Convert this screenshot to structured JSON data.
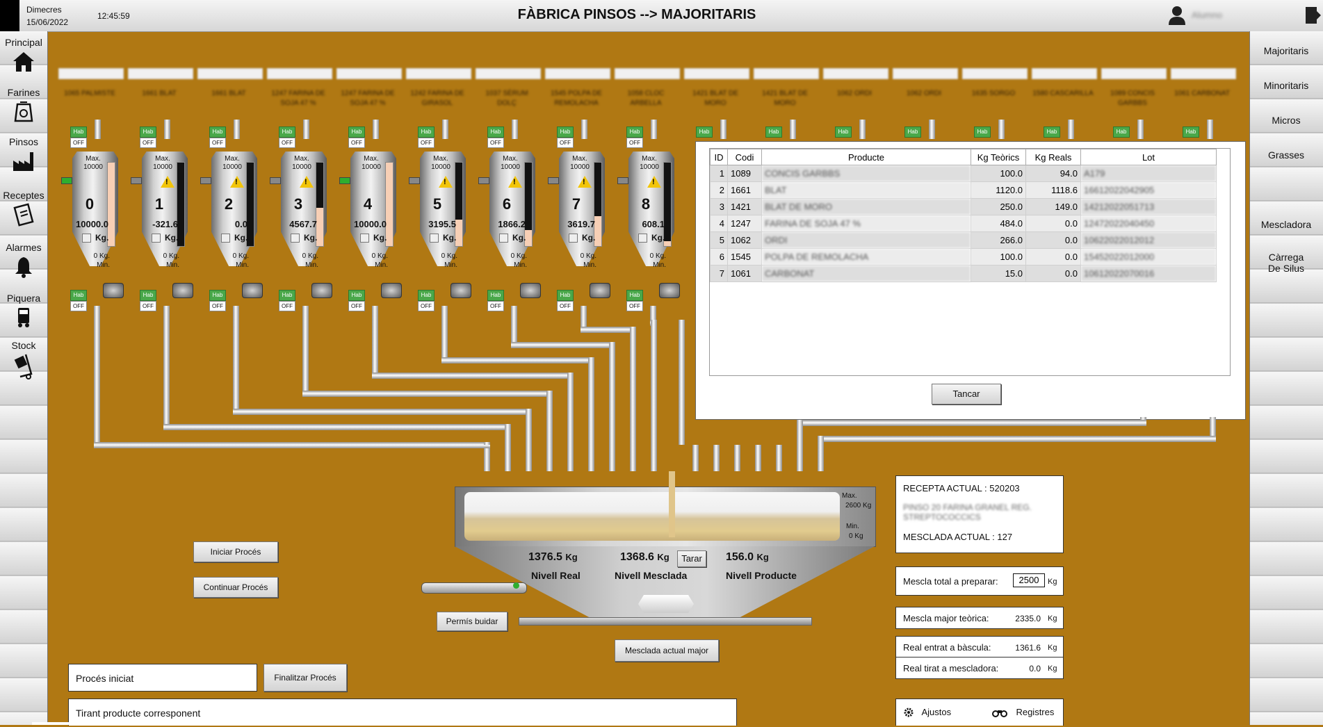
{
  "header": {
    "day": "Dimecres",
    "date": "15/06/2022",
    "time": "12:45:59",
    "title": "FÀBRICA PINSOS --> MAJORITARIS",
    "user": "Alumno"
  },
  "sidebar": {
    "items": [
      {
        "label": "Principal",
        "icon": "home-icon"
      },
      {
        "label": "Farines",
        "icon": "flour-bag-icon"
      },
      {
        "label": "Pinsos",
        "icon": "factory-icon"
      },
      {
        "label": "Receptes",
        "icon": "recipe-clipboard-icon"
      },
      {
        "label": "Alarmes",
        "icon": "bell-icon"
      },
      {
        "label": "Piquera",
        "icon": "truck-icon"
      },
      {
        "label": "Stock",
        "icon": "hand-truck-icon"
      }
    ]
  },
  "rsidebar": {
    "items": [
      "Majoritaris",
      "Minoritaris",
      "Micros",
      "Grasses",
      "",
      "Mescladora",
      "Càrrega\nDe Silus"
    ]
  },
  "silo_headers": [
    "1065 PALMISTE",
    "1661 BLAT",
    "1661 BLAT",
    "1247 FARINA DE SOJA 47 %",
    "1247 FARINA DE SOJA 47 %",
    "1242 FARINA DE GIRASOL",
    "1037 SÈRUM DOLÇ",
    "1545 POLPA DE REMOLACHA",
    "1058 CLOC ARBELLA",
    "1421 BLAT DE MORO",
    "1421 BLAT DE MORO",
    "1062 ORDI",
    "1062 ORDI",
    "1635 SORGO",
    "1580 CASCARILLA",
    "1089 CONCIS GARBBS",
    "1061 CARBONAT"
  ],
  "silos": [
    {
      "num": "0",
      "value": "10000.0",
      "fill": 1.0,
      "warning": false,
      "valve": "green"
    },
    {
      "num": "1",
      "value": "-321.6",
      "fill": 0.0,
      "warning": true,
      "valve": "grey"
    },
    {
      "num": "2",
      "value": "0.0",
      "fill": 0.0,
      "warning": true,
      "valve": "grey"
    },
    {
      "num": "3",
      "value": "4567.7",
      "fill": 0.457,
      "warning": true,
      "valve": "grey"
    },
    {
      "num": "4",
      "value": "10000.0",
      "fill": 1.0,
      "warning": false,
      "valve": "green"
    },
    {
      "num": "5",
      "value": "3195.5",
      "fill": 0.32,
      "warning": true,
      "valve": "grey"
    },
    {
      "num": "6",
      "value": "1866.2",
      "fill": 0.187,
      "warning": true,
      "valve": "grey"
    },
    {
      "num": "7",
      "value": "3619.7",
      "fill": 0.362,
      "warning": true,
      "valve": "grey"
    },
    {
      "num": "8",
      "value": "608.1",
      "fill": 0.061,
      "warning": true,
      "valve": "grey"
    }
  ],
  "silo_labels": {
    "max": "Max.",
    "max_val": "10000",
    "min_kg": "0 Kg.",
    "min": "Min.",
    "kg": "Kg.",
    "hab": "Hab",
    "off": "OFF"
  },
  "dialog": {
    "columns": [
      "ID",
      "Codi",
      "Producte",
      "Kg Teòrics",
      "Kg Reals",
      "Lot"
    ],
    "rows": [
      {
        "id": "1",
        "codi": "1089",
        "producte": "CONCIS GARBBS",
        "teor": "100.0",
        "real": "94.0",
        "lot": "A179"
      },
      {
        "id": "2",
        "codi": "1661",
        "producte": "BLAT",
        "teor": "1120.0",
        "real": "1118.6",
        "lot": "16612022042905"
      },
      {
        "id": "3",
        "codi": "1421",
        "producte": "BLAT DE MORO",
        "teor": "250.0",
        "real": "149.0",
        "lot": "14212022051713"
      },
      {
        "id": "4",
        "codi": "1247",
        "producte": "FARINA DE SOJA 47 %",
        "teor": "484.0",
        "real": "0.0",
        "lot": "12472022040450"
      },
      {
        "id": "5",
        "codi": "1062",
        "producte": "ORDI",
        "teor": "266.0",
        "real": "0.0",
        "lot": "10622022012012"
      },
      {
        "id": "6",
        "codi": "1545",
        "producte": "POLPA DE REMOLACHA",
        "teor": "100.0",
        "real": "0.0",
        "lot": "15452022012000"
      },
      {
        "id": "7",
        "codi": "1061",
        "producte": "CARBONAT",
        "teor": "15.0",
        "real": "0.0",
        "lot": "10612022070016"
      }
    ],
    "cancel": "Tancar"
  },
  "mixer": {
    "max_label": "Max.",
    "max_val": "2600 Kg",
    "min_label": "Min.",
    "min_val": "0 Kg",
    "nivell_real": "1376.5",
    "nivell_real_label": "Nivell Real",
    "nivell_mesclada": "1368.6",
    "nivell_mesclada_label": "Nivell Mesclada",
    "nivell_producte": "156.0",
    "nivell_producte_label": "Nivell Producte",
    "kg": "Kg",
    "tarar": "Tarar"
  },
  "buttons": {
    "iniciar": "Iniciar Procés",
    "continuar": "Continuar Procés",
    "permis": "Permís buidar",
    "mesclada_major": "Mesclada actual major",
    "finalitzar": "Finalitzar Procés"
  },
  "status": {
    "proces": "Procés iniciat",
    "tirant": "Tirant producte corresponent"
  },
  "recipe": {
    "actual_label": "RECEPTA ACTUAL :",
    "actual_val": "520203",
    "desc": "PINSO 20 FARINA GRANEL REG. STREPTOCOCCICS",
    "mesclada_label": "MESCLADA ACTUAL :",
    "mesclada_val": "127"
  },
  "mix_info": {
    "total_label": "Mescla total a preparar:",
    "total_val": "2500",
    "major_label": "Mescla major teòrica:",
    "major_val": "2335.0",
    "entrat_label": "Real entrat a bàscula:",
    "entrat_val": "1361.6",
    "tirat_label": "Real tirat a mescladora:",
    "tirat_val": "0.0",
    "kg": "Kg"
  },
  "footer": {
    "ajustos": "Ajustos",
    "registres": "Registres"
  }
}
